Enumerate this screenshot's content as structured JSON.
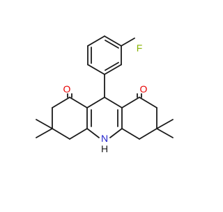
{
  "structure": {
    "atoms": {
      "fluorine": "F",
      "oxygen_left": "O",
      "oxygen_right": "O",
      "nitrogen": "N",
      "nitrogen_h": "H"
    },
    "colors": {
      "bond": "#1a1a1a",
      "fluorine": "#86b300",
      "oxygen": "#e60000",
      "nitrogen": "#1f1fcc",
      "background": "#ffffff"
    }
  }
}
